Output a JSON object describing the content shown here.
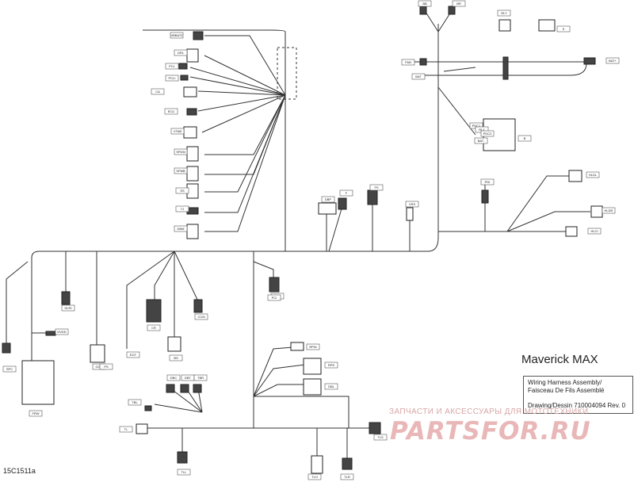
{
  "title": "Maverick MAX",
  "title_block": {
    "line1": "Wiring Harness Assembly/",
    "line2": "Faisceau De Fils Assemblé",
    "line3": "Drawing/Dessin 710004094 Rev. 0"
  },
  "doc_code": "15C1511a",
  "watermark": {
    "text": "ЗАПЧАСТИ И АКСЕССУАРЫ ДЛЯ МОТОТЕХНИКИ",
    "logo": "PARTSFOR.RU"
  },
  "connectors": [
    {
      "id": "c1",
      "label": "VBBAT2"
    },
    {
      "id": "c2",
      "label": "DRL"
    },
    {
      "id": "c3",
      "label": "PCL"
    },
    {
      "id": "c4",
      "label": "PCLI"
    },
    {
      "id": "c5",
      "label": "CA"
    },
    {
      "id": "c6",
      "label": "ECU"
    },
    {
      "id": "c7",
      "label": "VTAB"
    },
    {
      "id": "c8",
      "label": "SPDM"
    },
    {
      "id": "c9",
      "label": "SPMB"
    },
    {
      "id": "c10",
      "label": "SS"
    },
    {
      "id": "c11",
      "label": "TJ"
    },
    {
      "id": "c12",
      "label": "DBM"
    },
    {
      "id": "c13",
      "label": "DBP"
    },
    {
      "id": "c14",
      "label": "F"
    },
    {
      "id": "c15",
      "label": "FS"
    },
    {
      "id": "c16",
      "label": "VSS"
    },
    {
      "id": "c17",
      "label": "BB"
    },
    {
      "id": "c18",
      "label": "BR"
    },
    {
      "id": "c19",
      "label": "RLY"
    },
    {
      "id": "c20",
      "label": "S"
    },
    {
      "id": "c21",
      "label": "FAN"
    },
    {
      "id": "c22",
      "label": "BAT"
    },
    {
      "id": "c23",
      "label": "B"
    },
    {
      "id": "c24",
      "label": "PDC1"
    },
    {
      "id": "c25",
      "label": "PDI"
    },
    {
      "id": "c26",
      "label": "HLDL"
    },
    {
      "id": "c27",
      "label": "HLDR"
    },
    {
      "id": "c28",
      "label": "HLCI"
    },
    {
      "id": "c29",
      "label": "HLRI"
    },
    {
      "id": "c30",
      "label": "GCU"
    },
    {
      "id": "c31",
      "label": "ECF"
    },
    {
      "id": "c32",
      "label": "CR"
    },
    {
      "id": "c33",
      "label": "BS"
    },
    {
      "id": "c34",
      "label": "CCM"
    },
    {
      "id": "c35",
      "label": "HE"
    },
    {
      "id": "c36",
      "label": "SPC"
    },
    {
      "id": "c37",
      "label": "HVDD"
    },
    {
      "id": "c38",
      "label": "FRW"
    },
    {
      "id": "c39",
      "label": "RPW"
    },
    {
      "id": "c40",
      "label": "RPS"
    },
    {
      "id": "c41",
      "label": "DBL"
    },
    {
      "id": "c42",
      "label": "DBC"
    },
    {
      "id": "c43",
      "label": "DBT"
    },
    {
      "id": "c44",
      "label": "TBR"
    },
    {
      "id": "c45",
      "label": "TBL"
    },
    {
      "id": "c46",
      "label": "TL"
    },
    {
      "id": "c47",
      "label": "TLL"
    },
    {
      "id": "c48",
      "label": "TLH"
    },
    {
      "id": "c49",
      "label": "TLR"
    },
    {
      "id": "c50",
      "label": "TLS"
    },
    {
      "id": "c51",
      "label": "PCI"
    },
    {
      "id": "c52",
      "label": "BAT+"
    },
    {
      "id": "c53",
      "label": "BAT-"
    },
    {
      "id": "c54",
      "label": "RLY"
    },
    {
      "id": "c55",
      "label": "PS"
    },
    {
      "id": "c56",
      "label": "PDC2"
    }
  ]
}
